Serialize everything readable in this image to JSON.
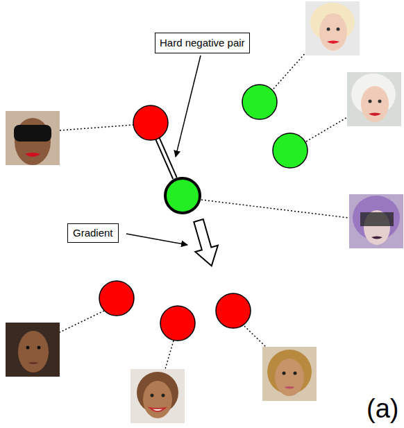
{
  "diagram": {
    "nodes": [
      {
        "text": [
          "Hard negative pair"
        ]
      },
      {
        "text": [
          "Gradient"
        ]
      }
    ],
    "labels": [
      "(a)"
    ]
  }
}
